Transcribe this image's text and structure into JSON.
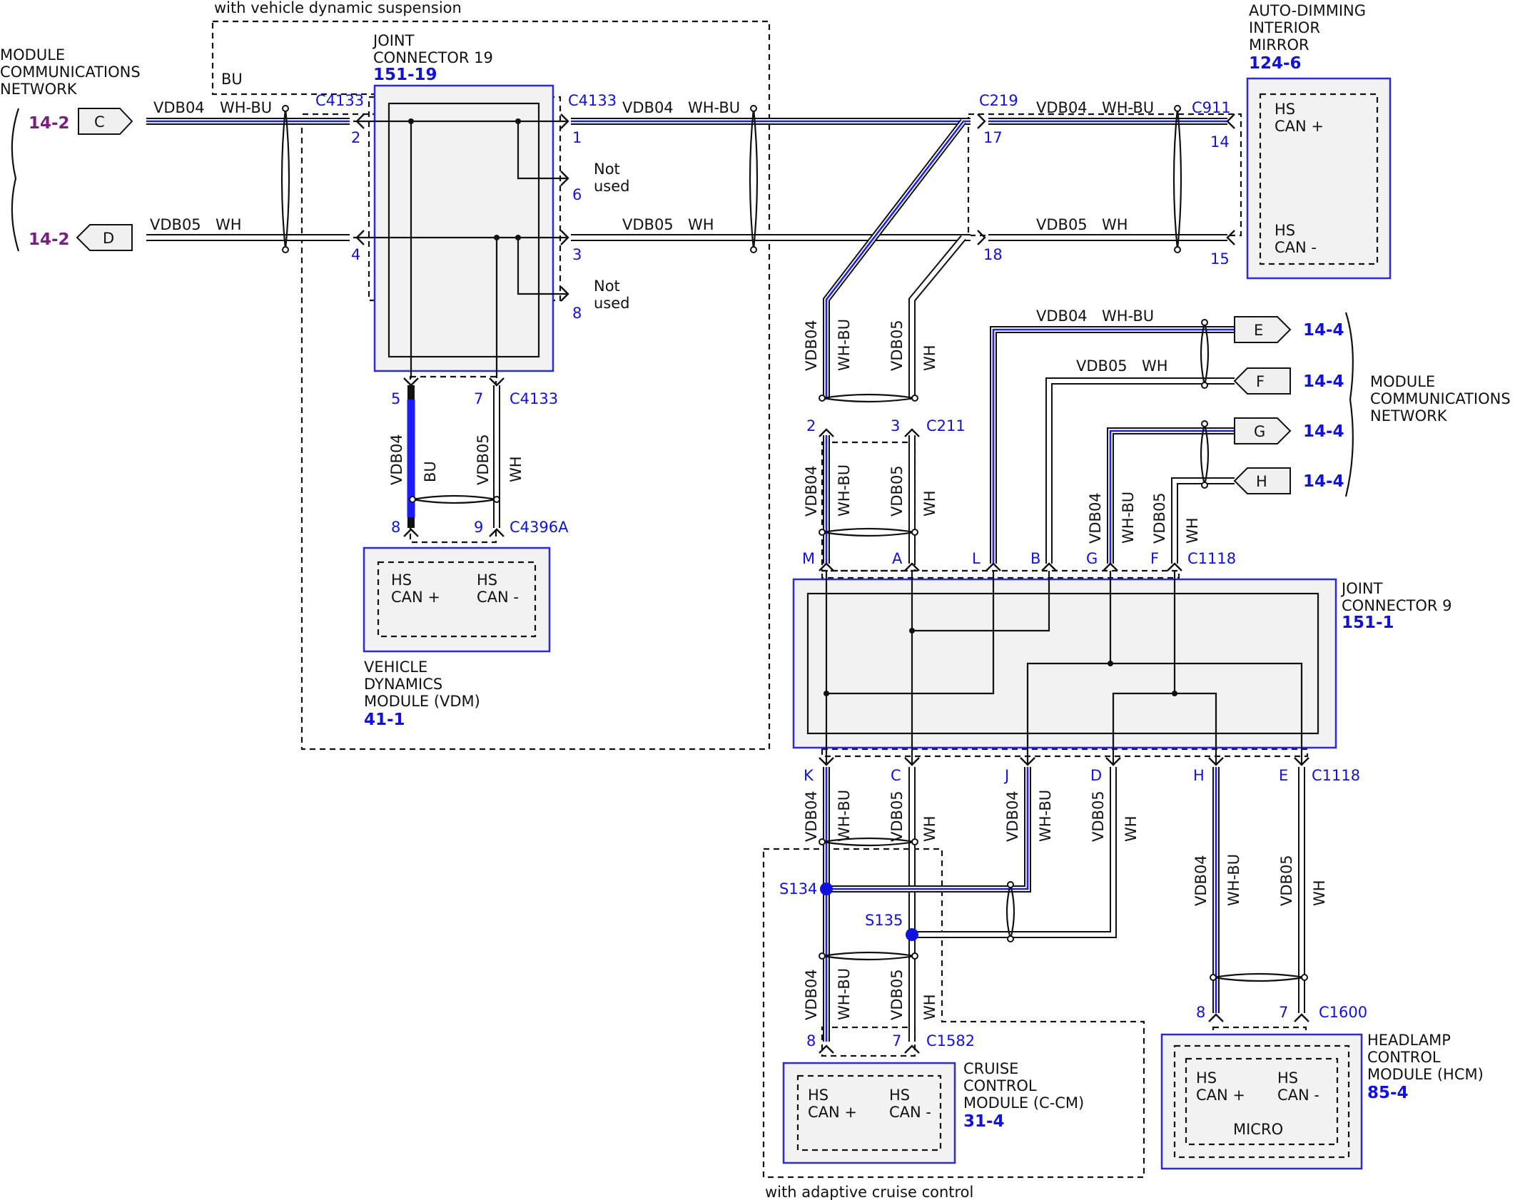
{
  "headers": {
    "dynamic_suspension": "with vehicle dynamic suspension",
    "adaptive_cruise": "with adaptive cruise control"
  },
  "network_left": [
    "MODULE",
    "COMMUNICATIONS",
    "NETWORK"
  ],
  "network_right": [
    "MODULE",
    "COMMUNICATIONS",
    "NETWORK"
  ],
  "jc19": {
    "lines": [
      "JOINT",
      "CONNECTOR 19"
    ],
    "ref": "151-19"
  },
  "jc9": {
    "lines": [
      "JOINT",
      "CONNECTOR 9"
    ],
    "ref": "151-1"
  },
  "mirror": {
    "lines": [
      "AUTO-DIMMING",
      "INTERIOR",
      "MIRROR"
    ],
    "ref": "124-6"
  },
  "vdm": {
    "lines": [
      "VEHICLE",
      "DYNAMICS",
      "MODULE (VDM)"
    ],
    "ref": "41-1"
  },
  "ccm": {
    "lines": [
      "CRUISE",
      "CONTROL",
      "MODULE (C-CM)"
    ],
    "ref": "31-4"
  },
  "hcm": {
    "lines": [
      "HEADLAMP",
      "CONTROL",
      "MODULE (HCM)"
    ],
    "ref": "85-4",
    "micro": "MICRO"
  },
  "hs": {
    "hs": "HS",
    "plus": "CAN +",
    "minus": "CAN -"
  },
  "not_used": [
    "Not",
    "used"
  ],
  "circuits": {
    "vdb04": "VDB04",
    "vdb05": "VDB05",
    "whbu": "WH-BU",
    "wh": "WH",
    "bu": "BU"
  },
  "connectors": {
    "c4133": "C4133",
    "c219": "C219",
    "c911": "C911",
    "c211": "C211",
    "c4396a": "C4396A",
    "c1118": "C1118",
    "c1582": "C1582",
    "c1600": "C1600"
  },
  "splices": {
    "s134": "S134",
    "s135": "S135"
  },
  "pins": {
    "p1": "1",
    "p2": "2",
    "p3": "3",
    "p4": "4",
    "p5": "5",
    "p6": "6",
    "p7": "7",
    "p8": "8",
    "p9": "9",
    "p14": "14",
    "p15": "15",
    "p17": "17",
    "p18": "18",
    "m": "M",
    "a": "A",
    "l": "L",
    "b": "B",
    "g": "G",
    "f": "F",
    "k": "K",
    "c": "C",
    "j": "J",
    "d": "D",
    "h": "H",
    "e": "E"
  },
  "tags": {
    "c": {
      "letter": "C",
      "ref": "14-2"
    },
    "d": {
      "letter": "D",
      "ref": "14-2"
    },
    "e": {
      "letter": "E",
      "ref": "14-4"
    },
    "f": {
      "letter": "F",
      "ref": "14-4"
    },
    "g": {
      "letter": "G",
      "ref": "14-4"
    },
    "h": {
      "letter": "H",
      "ref": "14-4"
    }
  }
}
